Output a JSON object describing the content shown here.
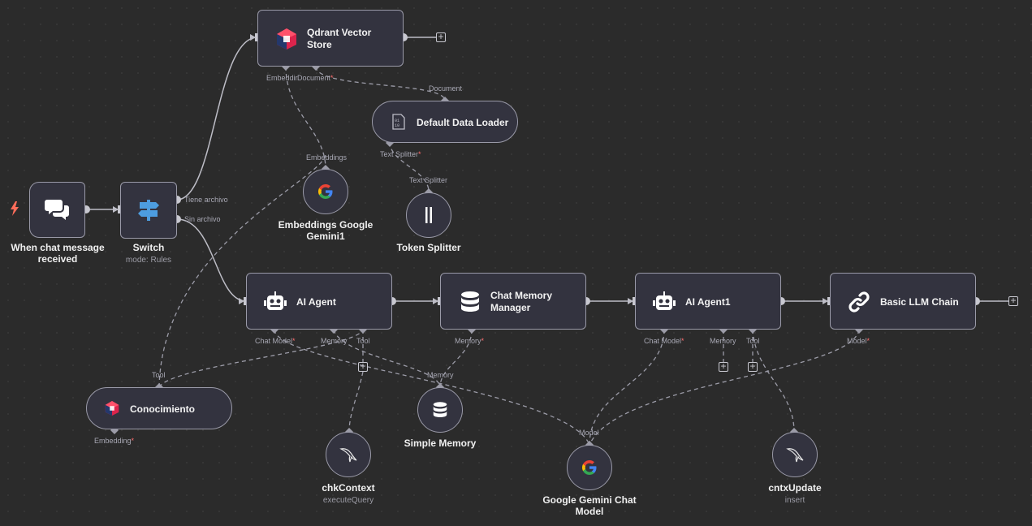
{
  "nodes": {
    "qdrant": {
      "title": "Qdrant Vector Store",
      "ports": {
        "embedding": "Embeddir",
        "document": "Document",
        "document_required": "*"
      }
    },
    "data_loader": {
      "title": "Default Data Loader",
      "ports": {
        "document_in": "Document",
        "text_splitter": "Text Splitter",
        "text_splitter_required": "*"
      }
    },
    "embeddings_gemini": {
      "title": "Embeddings Google Gemini1",
      "ports": {
        "embeddings": "Embeddings"
      }
    },
    "token_splitter": {
      "title": "Token Splitter",
      "ports": {
        "text_splitter": "Text Splitter"
      }
    },
    "chat_trigger": {
      "title": "When chat message received"
    },
    "switch": {
      "title": "Switch",
      "subtitle": "mode: Rules",
      "outputs": {
        "out1": "Tiene archivo",
        "out2": "Sin archivo"
      }
    },
    "ai_agent": {
      "title": "AI Agent",
      "ports": {
        "chat_model": "Chat Model",
        "chat_model_required": "*",
        "memory": "Memory",
        "tool": "Tool"
      }
    },
    "memory_manager": {
      "title": "Chat Memory Manager",
      "ports": {
        "memory": "Memory",
        "memory_required": "*"
      }
    },
    "ai_agent1": {
      "title": "AI Agent1",
      "ports": {
        "chat_model": "Chat Model",
        "chat_model_required": "*",
        "memory": "Memory",
        "tool": "Tool"
      }
    },
    "llm_chain": {
      "title": "Basic LLM Chain",
      "ports": {
        "model": "Model",
        "model_required": "*"
      }
    },
    "conocimiento": {
      "title": "Conocimiento",
      "ports": {
        "tool": "Tool",
        "embedding": "Embedding",
        "embedding_required": "*"
      }
    },
    "simple_memory": {
      "title": "Simple Memory",
      "ports": {
        "memory": "Memory"
      }
    },
    "chk_context": {
      "title": "chkContext",
      "subtitle": "executeQuery"
    },
    "gemini_chat": {
      "title": "Google Gemini Chat Model",
      "ports": {
        "model": "Model"
      }
    },
    "cntx_update": {
      "title": "cntxUpdate",
      "subtitle": "insert"
    }
  },
  "add_button": "+",
  "colors": {
    "background": "#2b2b2b",
    "node_fill": "#33333f",
    "node_border": "#9a9aa8",
    "edge": "#bdbdc6",
    "required": "#ff6d6d",
    "trigger": "#ff6d5a",
    "switch_icon": "#4d9de0"
  },
  "icons": {
    "qdrant": "qdrant-logo-icon",
    "data_loader": "binary-file-icon",
    "embeddings_gemini": "google-g-icon",
    "token_splitter": "splitter-bars-icon",
    "chat_trigger": "chat-bubbles-icon",
    "switch": "signpost-icon",
    "ai_agent": "robot-icon",
    "memory_manager": "database-icon",
    "llm_chain": "link-icon",
    "conocimiento": "qdrant-logo-icon",
    "simple_memory": "database-icon",
    "mysql": "mysql-dolphin-icon",
    "trigger": "lightning-bolt-icon"
  }
}
